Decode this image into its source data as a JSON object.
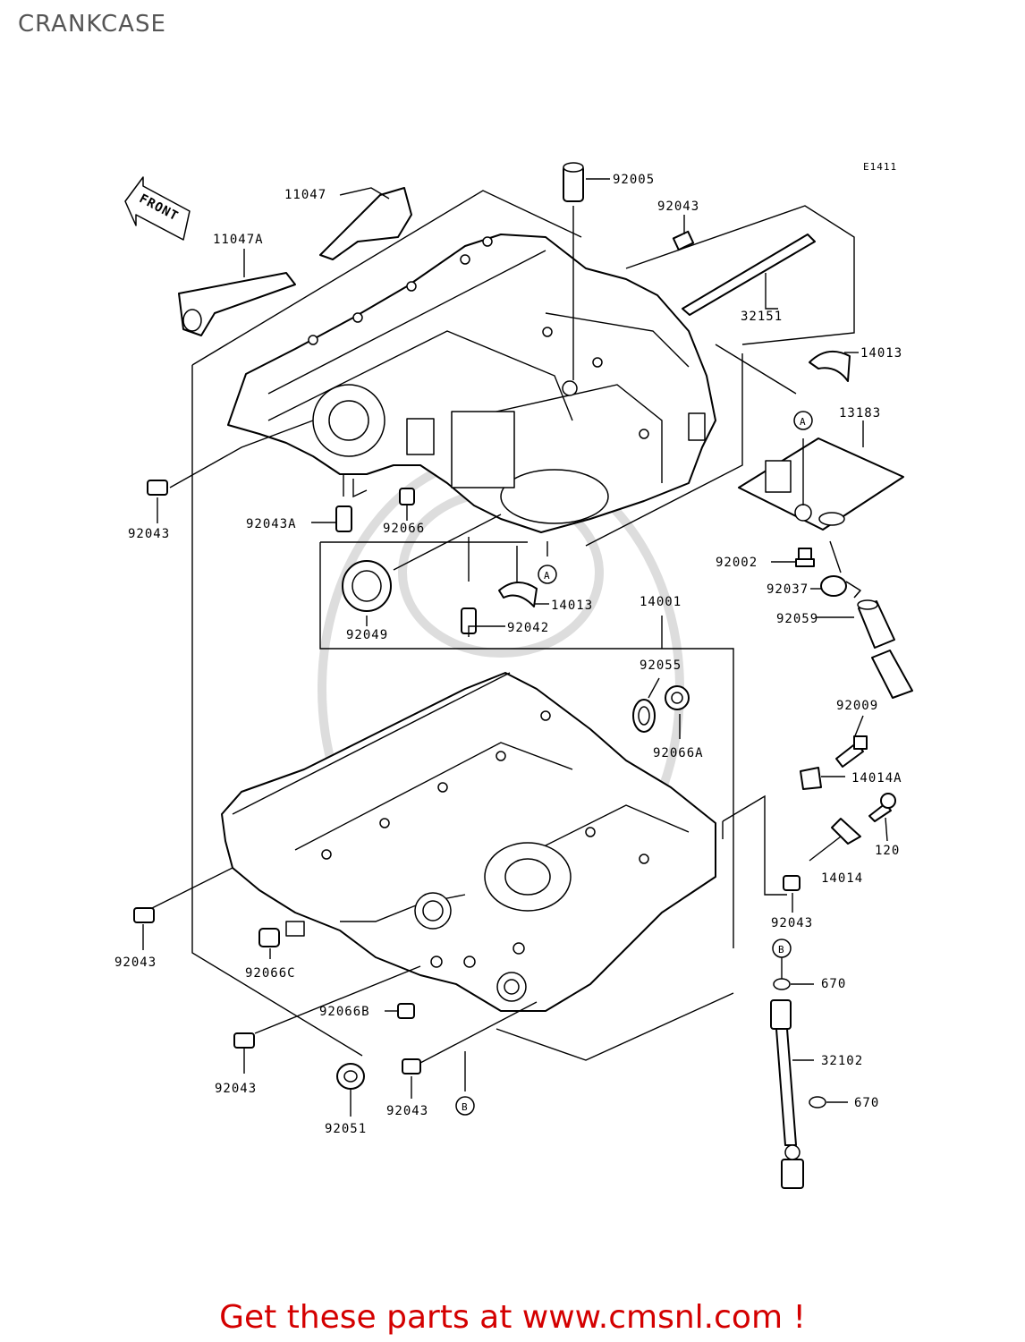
{
  "title": "CRANKCASE",
  "diagram_code": "E1411",
  "front_label": "FRONT",
  "callouts": {
    "a": "A",
    "b": "B"
  },
  "parts": [
    {
      "label": "11047"
    },
    {
      "label": "11047A"
    },
    {
      "label": "92005"
    },
    {
      "label": "92043"
    },
    {
      "label": "32151"
    },
    {
      "label": "14013"
    },
    {
      "label": "13183"
    },
    {
      "label": "92043"
    },
    {
      "label": "92043A"
    },
    {
      "label": "92066"
    },
    {
      "label": "92002"
    },
    {
      "label": "92037"
    },
    {
      "label": "92059"
    },
    {
      "label": "92049"
    },
    {
      "label": "92042"
    },
    {
      "label": "14013"
    },
    {
      "label": "14001"
    },
    {
      "label": "92055"
    },
    {
      "label": "92066A"
    },
    {
      "label": "92009"
    },
    {
      "label": "14014A"
    },
    {
      "label": "120"
    },
    {
      "label": "14014"
    },
    {
      "label": "92043"
    },
    {
      "label": "92043"
    },
    {
      "label": "92066C"
    },
    {
      "label": "92066B"
    },
    {
      "label": "670"
    },
    {
      "label": "32102"
    },
    {
      "label": "670"
    },
    {
      "label": "92043"
    },
    {
      "label": "92051"
    },
    {
      "label": "92043"
    }
  ],
  "footer": "Get these parts at www.cmsnl.com !"
}
